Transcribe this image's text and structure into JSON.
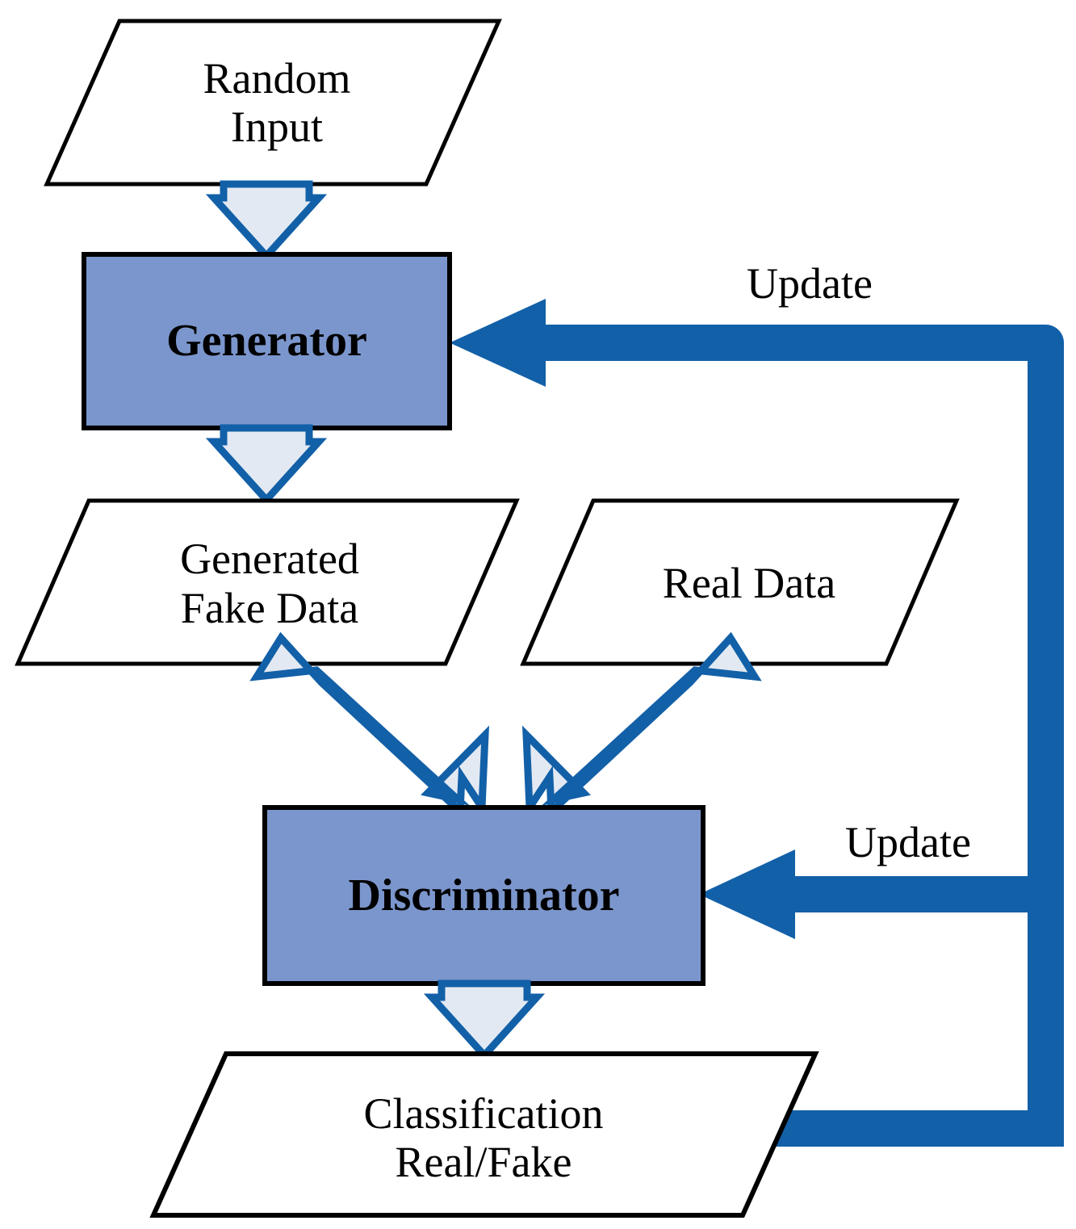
{
  "diagram": {
    "title": "Generative Adversarial Network (GAN) training loop",
    "type": "flowchart",
    "colors": {
      "process_fill": "#7b96cc",
      "process_stroke": "#000000",
      "io_fill": "#ffffff",
      "io_stroke": "#000000",
      "light_arrow_fill": "#e3e9f2",
      "light_arrow_stroke": "#1260a8",
      "solid_arrow_fill": "#1260a8",
      "text": "#000000",
      "background": "#ffffff"
    },
    "nodes": [
      {
        "id": "random-input",
        "shape": "parallelogram",
        "lines": [
          "Random",
          "Input"
        ]
      },
      {
        "id": "generator",
        "shape": "rectangle",
        "lines": [
          "Generator"
        ]
      },
      {
        "id": "fake-data",
        "shape": "parallelogram",
        "lines": [
          "Generated",
          "Fake Data"
        ]
      },
      {
        "id": "real-data",
        "shape": "parallelogram",
        "lines": [
          "Real Data"
        ]
      },
      {
        "id": "discriminator",
        "shape": "rectangle",
        "lines": [
          "Discriminator"
        ]
      },
      {
        "id": "classification",
        "shape": "parallelogram",
        "lines": [
          "Classification",
          "Real/Fake"
        ]
      }
    ],
    "edges": [
      {
        "id": "e-input-generator",
        "from": "random-input",
        "to": "generator",
        "style": "block-arrow-down",
        "label": ""
      },
      {
        "id": "e-generator-fake",
        "from": "generator",
        "to": "fake-data",
        "style": "block-arrow-down",
        "label": ""
      },
      {
        "id": "e-fake-discriminator",
        "from": "fake-data",
        "to": "discriminator",
        "style": "block-arrow-diagonal",
        "label": ""
      },
      {
        "id": "e-real-discriminator",
        "from": "real-data",
        "to": "discriminator",
        "style": "block-arrow-diagonal",
        "label": ""
      },
      {
        "id": "e-discriminator-class",
        "from": "discriminator",
        "to": "classification",
        "style": "block-arrow-down",
        "label": ""
      },
      {
        "id": "e-feedback-generator",
        "from": "classification",
        "to": "generator",
        "style": "solid-elbow-arrow",
        "label": "Update"
      },
      {
        "id": "e-feedback-discriminator",
        "from": "classification",
        "to": "discriminator",
        "style": "solid-branch-arrow",
        "label": "Update"
      }
    ],
    "labels": {
      "random_input": "Random\nInput",
      "generator": "Generator",
      "generated_fake_data": "Generated\nFake Data",
      "real_data": "Real Data",
      "discriminator": "Discriminator",
      "classification": "Classification\nReal/Fake",
      "update_top": "Update",
      "update_bottom": "Update"
    }
  }
}
